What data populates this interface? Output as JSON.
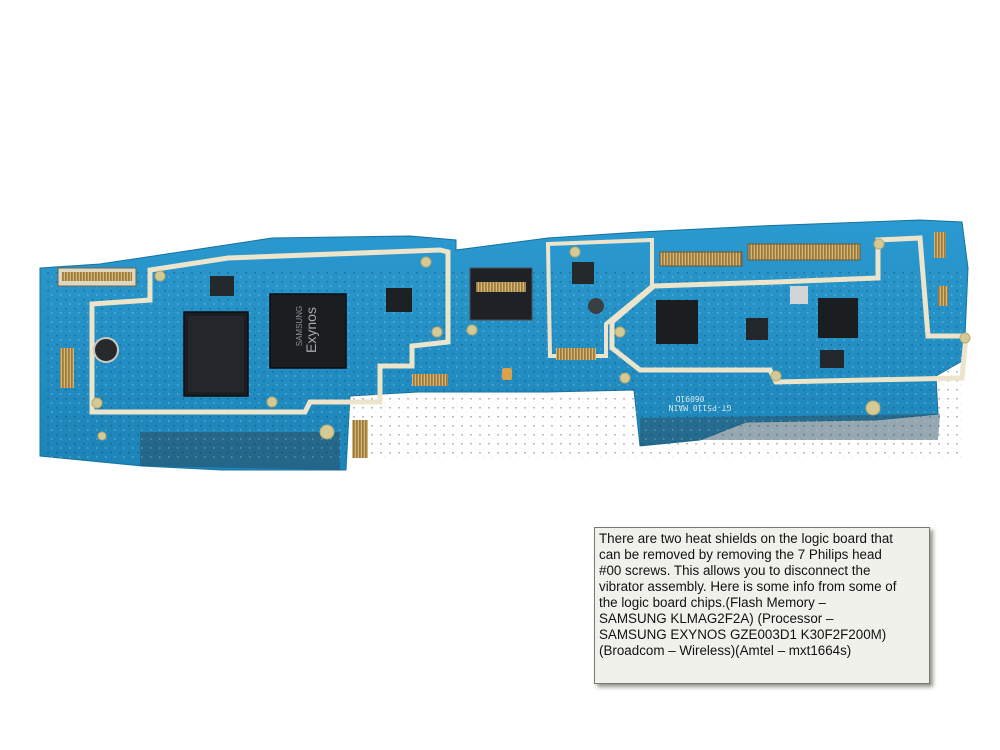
{
  "photo": {
    "chip_processor_brand": "SAMSUNG",
    "chip_processor_name": "Exynos",
    "board_marking_model": "GT-P5110 MAIN",
    "board_marking_serial": "06091D",
    "colors": {
      "background": "#ffffff",
      "board": "#1f8fc4",
      "board_highlight": "#3aa6d6",
      "shield_outline": "#e9e1c9",
      "chip": "#1c1f22",
      "connector": "#c8a35a"
    }
  },
  "caption": {
    "text": "There are two heat shields on the logic board that\ncan be removed by removing the 7 Philips head\n#00 screws. This allows you to disconnect the\nvibrator assembly. Here is some info from some of\nthe logic board chips.(Flash Memory –\nSAMSUNG KLMAG2F2A) (Processor –\nSAMSUNG EXYNOS GZE003D1 K30F2F200M)\n(Broadcom – Wireless)(Amtel – mxt1664s)"
  }
}
